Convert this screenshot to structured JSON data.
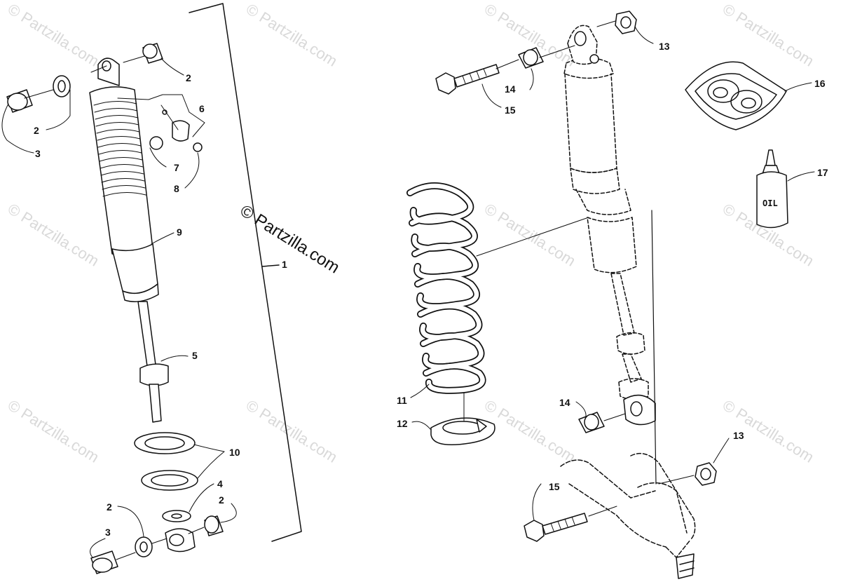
{
  "watermark": {
    "main": "© Partzilla.com",
    "tile": "© Partzilla.com"
  },
  "callouts": {
    "c1": "1",
    "c2a": "2",
    "c2b": "2",
    "c2c": "2",
    "c2d": "2",
    "c3a": "3",
    "c3b": "3",
    "c4": "4",
    "c5": "5",
    "c6": "6",
    "c7": "7",
    "c8": "8",
    "c9": "9",
    "c10": "10",
    "c11": "11",
    "c12": "12",
    "c13a": "13",
    "c13b": "13",
    "c14a": "14",
    "c14b": "14",
    "c15a": "15",
    "c15b": "15",
    "c16": "16",
    "c17": "17"
  },
  "oil_bottle_label": "OIL",
  "colors": {
    "line": "#111111",
    "watermark": "#d9d9d9",
    "background": "#ffffff"
  }
}
